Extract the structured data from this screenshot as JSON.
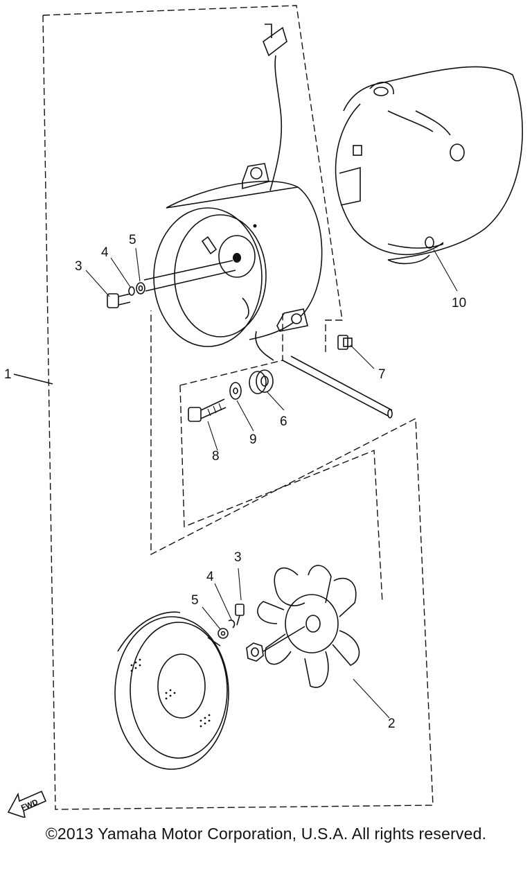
{
  "diagram": {
    "callouts": {
      "c1": "1",
      "c2": "2",
      "c3a": "3",
      "c3b": "3",
      "c4a": "4",
      "c4b": "4",
      "c5a": "5",
      "c5b": "5",
      "c6": "6",
      "c7": "7",
      "c8": "8",
      "c9": "9",
      "c10": "10"
    },
    "fwd_label": "FWD"
  },
  "footer": {
    "copyright": "©2013 Yamaha Motor Corporation, U.S.A. All rights reserved."
  }
}
